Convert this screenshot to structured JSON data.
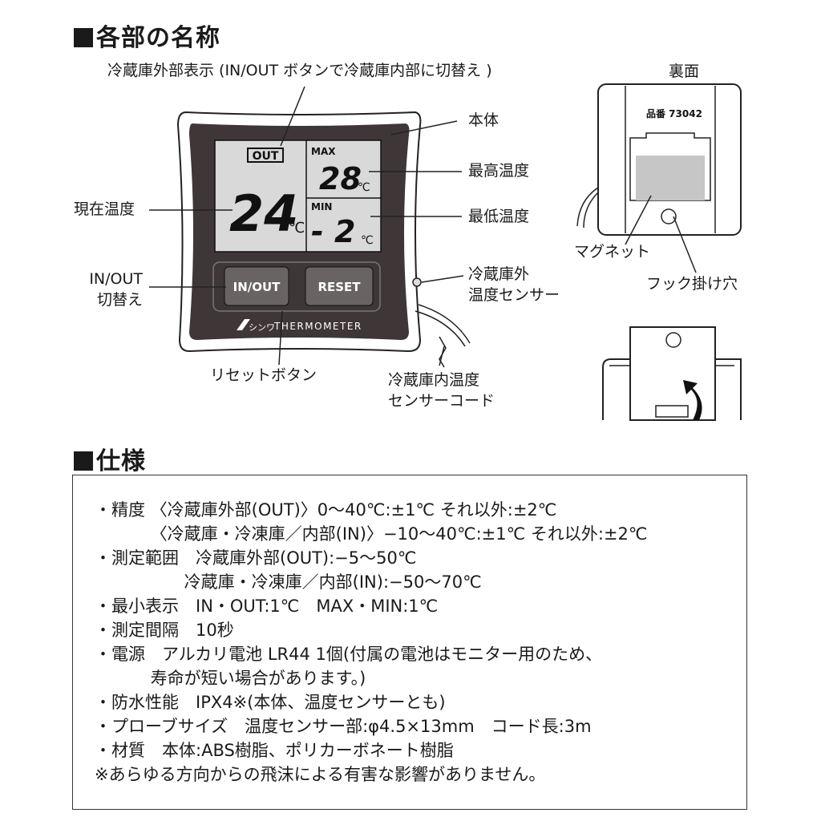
{
  "headings": {
    "parts": "各部の名称",
    "specs": "仕様"
  },
  "labels": {
    "out_display": "冷蔵庫外部表示 (IN/OUT ボタンで冷蔵庫内部に切替え )",
    "body": "本体",
    "max_temp": "最高温度",
    "min_temp": "最低温度",
    "current_temp": "現在温度",
    "inout_switch_1": "IN/OUT",
    "inout_switch_2": "切替え",
    "ext_sensor_1": "冷蔵庫外",
    "ext_sensor_2": "温度センサー",
    "reset_button": "リセットボタン",
    "cord_1": "冷蔵庫内温度",
    "cord_2": "センサーコード",
    "back_side": "裏面",
    "magnet": "マグネット",
    "hook_hole": "フック掛け穴"
  },
  "device": {
    "out_badge": "OUT",
    "max_label": "MAX",
    "min_label": "MIN",
    "current_value": "24",
    "max_value": "28",
    "min_value": "- 2",
    "unit": "℃",
    "inout_button": "IN/OUT",
    "reset_button": "RESET",
    "brand": "シンワ",
    "product": "THERMOMETER",
    "model_number": "品番 73042"
  },
  "specs": [
    "・精度 〈冷蔵庫外部(OUT)〉0～40℃:±1℃ それ以外:±2℃",
    "　　　 〈冷蔵庫・冷凍庫／内部(IN)〉−10～40℃:±1℃ それ以外:±2℃",
    "・測定範囲　冷蔵庫外部(OUT):−5～50℃",
    "　　　　　 冷蔵庫・冷凍庫／内部(IN):−50～70℃",
    "・最小表示　IN・OUT:1℃　MAX・MIN:1℃",
    "・測定間隔　10秒",
    "・電源　アルカリ電池 LR44 1個(付属の電池はモニター用のため、",
    "　　　 寿命が短い場合があります。)",
    "・防水性能　IPX4※(本体、温度センサーとも)",
    "・プローブサイズ　温度センサー部:φ4.5×13mm　コード長:3m",
    "・材質　本体:ABS樹脂、ポリカーボネート樹脂",
    "※あらゆる方向からの飛沫による有害な影響がありません。"
  ]
}
